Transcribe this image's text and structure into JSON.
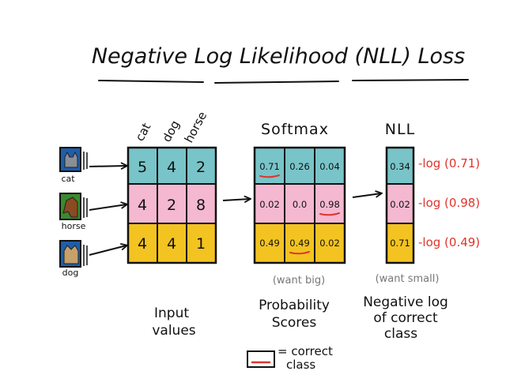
{
  "title": "Negative Log Likelihood (NLL) Loss",
  "colors": {
    "row1": "#78c4c8",
    "row2": "#f4b8d0",
    "row3": "#f3c321",
    "correct": "#e0342b",
    "note": "#777777",
    "cat_bg": "#1f5ea8",
    "horse_bg": "#3a8a2c",
    "dog_bg": "#1f5ea8"
  },
  "inputs": {
    "class_headers": [
      "cat",
      "dog",
      "horse"
    ],
    "images": [
      {
        "label": "cat",
        "icon": "cat-photo-icon"
      },
      {
        "label": "horse",
        "icon": "horse-photo-icon"
      },
      {
        "label": "dog",
        "icon": "dog-photo-icon"
      }
    ],
    "rows": [
      [
        "5",
        "4",
        "2"
      ],
      [
        "4",
        "2",
        "8"
      ],
      [
        "4",
        "4",
        "1"
      ]
    ],
    "caption_line1": "Input",
    "caption_line2": "values"
  },
  "softmax": {
    "header": "Softmax",
    "rows": [
      [
        "0.71",
        "0.26",
        "0.04"
      ],
      [
        "0.02",
        "0.0",
        "0.98"
      ],
      [
        "0.49",
        "0.49",
        "0.02"
      ]
    ],
    "correct_index": [
      0,
      2,
      1
    ],
    "note": "(want big)",
    "caption_line1": "Probability",
    "caption_line2": "Scores"
  },
  "nll": {
    "header": "NLL",
    "values": [
      "0.34",
      "0.02",
      "0.71"
    ],
    "formulas": [
      "-log (0.71)",
      "-log (0.98)",
      "-log (0.49)"
    ],
    "note": "(want small)",
    "caption_line1": "Negative log",
    "caption_line2": "of correct",
    "caption_line3": "class"
  },
  "legend": {
    "line1": "= correct",
    "line2": "class"
  }
}
